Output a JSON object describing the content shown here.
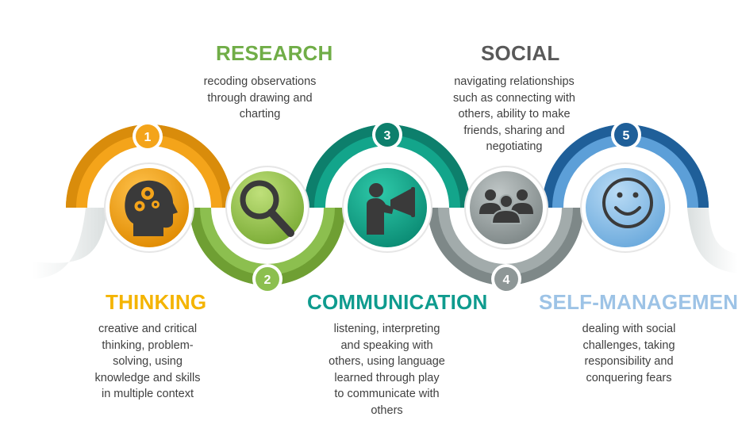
{
  "steps": [
    {
      "num": "1",
      "title": "THINKING",
      "desc": "creative and critical\nthinking, problem-\nsolving, using\nknowledge and skills\nin multiple context",
      "color": "#f4a41a",
      "icon": "head-gears-icon"
    },
    {
      "num": "2",
      "title": "RESEARCH",
      "desc": "recoding observations\nthrough drawing and\ncharting",
      "color": "#8cbf4f",
      "icon": "magnifier-icon"
    },
    {
      "num": "3",
      "title": "COMMUNICATION",
      "desc": "listening, interpreting\nand speaking with\nothers, using language\nlearned through play\nto communicate with\nothers",
      "color": "#109c84",
      "icon": "megaphone-person-icon"
    },
    {
      "num": "4",
      "title": "SOCIAL",
      "desc": "navigating relationships\nsuch as connecting with\nothers, ability to make\nfriends, sharing and\nnegotiating",
      "color": "#9aa3a3",
      "icon": "group-people-icon"
    },
    {
      "num": "5",
      "title": "SELF-MANAGEMENT",
      "desc": "dealing with social\nchallenges, taking\nresponsibility and\nconquering fears",
      "color": "#3b89c9",
      "icon": "smiley-face-icon"
    }
  ]
}
